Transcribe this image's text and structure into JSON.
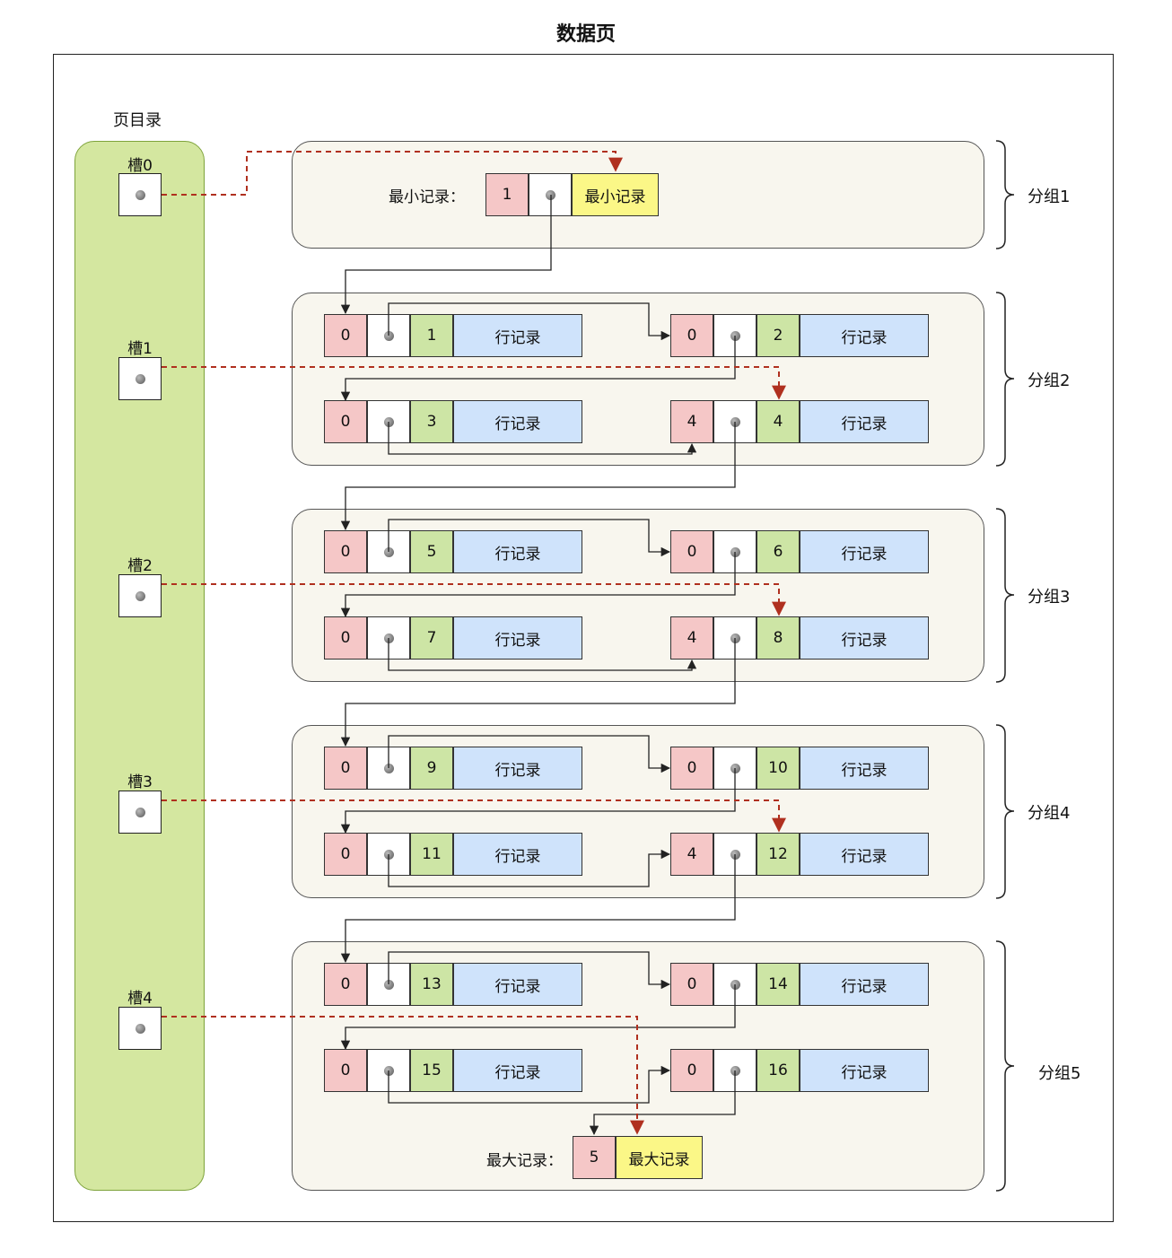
{
  "title": "数据页",
  "page_directory": {
    "label": "页目录",
    "slots": [
      {
        "label": "槽0"
      },
      {
        "label": "槽1"
      },
      {
        "label": "槽2"
      },
      {
        "label": "槽3"
      },
      {
        "label": "槽4"
      }
    ]
  },
  "infimum": {
    "label": "最小记录：",
    "n_owned": "1",
    "name": "最小记录"
  },
  "supremum": {
    "label": "最大记录：",
    "n_owned": "5",
    "name": "最大记录"
  },
  "row_data_label": "行记录",
  "groups": [
    {
      "label": "分组1"
    },
    {
      "label": "分组2",
      "records": [
        {
          "n_owned": "0",
          "key": "1"
        },
        {
          "n_owned": "0",
          "key": "2"
        },
        {
          "n_owned": "0",
          "key": "3"
        },
        {
          "n_owned": "4",
          "key": "4"
        }
      ]
    },
    {
      "label": "分组3",
      "records": [
        {
          "n_owned": "0",
          "key": "5"
        },
        {
          "n_owned": "0",
          "key": "6"
        },
        {
          "n_owned": "0",
          "key": "7"
        },
        {
          "n_owned": "4",
          "key": "8"
        }
      ]
    },
    {
      "label": "分组4",
      "records": [
        {
          "n_owned": "0",
          "key": "9"
        },
        {
          "n_owned": "0",
          "key": "10"
        },
        {
          "n_owned": "0",
          "key": "11"
        },
        {
          "n_owned": "4",
          "key": "12"
        }
      ]
    },
    {
      "label": "分组5",
      "records": [
        {
          "n_owned": "0",
          "key": "13"
        },
        {
          "n_owned": "0",
          "key": "14"
        },
        {
          "n_owned": "0",
          "key": "15"
        },
        {
          "n_owned": "0",
          "key": "16"
        }
      ]
    }
  ],
  "colors": {
    "directory": "#d4e7a0",
    "n_owned": "#f5c7c7",
    "key": "#cde5a5",
    "row_data": "#cfe3fb",
    "special_record": "#fbf787",
    "slot_pointer": "#c0392b"
  }
}
